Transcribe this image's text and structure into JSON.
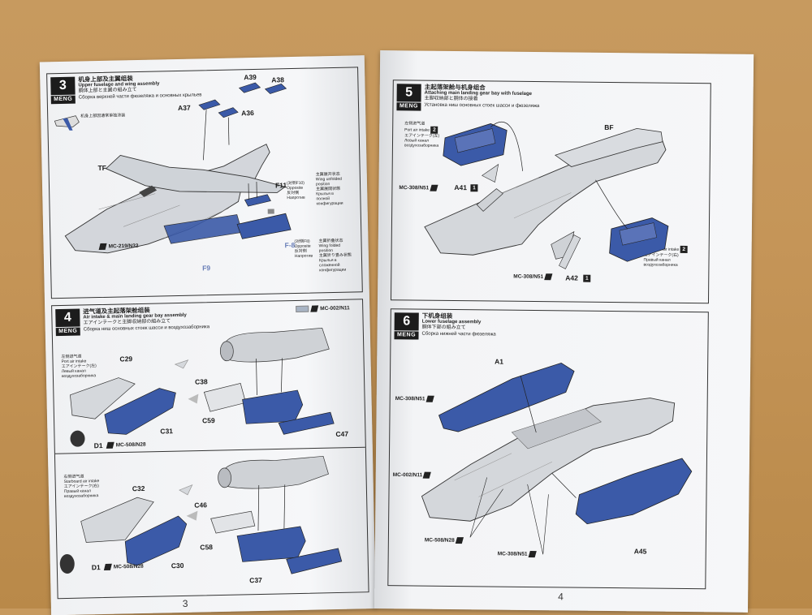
{
  "pages": {
    "left": {
      "page_number": "3",
      "step3": {
        "number": "3",
        "brand": "MENG",
        "title_zh": "机身上部及主翼组装",
        "title_en": "Upper fuselage and wing assembly",
        "title_jp": "胴体上部と主翼の組み立て",
        "title_ru": "Сборка верхней части фюзеляжа и основных крыльев",
        "inset_note_zh": "机身上部因通常单独涂装",
        "labels": {
          "a39": "A39",
          "a38": "A38",
          "a37": "A37",
          "a36": "A36",
          "tf": "TF",
          "f11": "F11",
          "f9": "F9",
          "f8": "F-8"
        },
        "f11_note": [
          "(对侧F10)",
          "Opposite",
          "反対側",
          "Напротив"
        ],
        "wing_unfolded_note": [
          "主翼展开状态",
          "Wing unfolded",
          "position",
          "主翼展開状態",
          "Крылья в",
          "полнoй",
          "конфигурации"
        ],
        "f9_note": [
          "(对侧F8)",
          "Opposite",
          "反対側",
          "Напротив"
        ],
        "wing_folded_note": [
          "主翼折叠状态",
          "Wing folded",
          "position",
          "主翼折り畳み状態",
          "Крылья в",
          "сложенной",
          "конфигурации"
        ],
        "paint": "MC-219/N32"
      },
      "step4": {
        "number": "4",
        "brand": "MENG",
        "title_zh": "进气道及主起落架舱组装",
        "title_en": "Air intake & main landing gear bay assembly",
        "title_jp": "エアインテークと主脚収納部の組み立て",
        "title_ru": "Сборка ниш основных стоек шасси и воздухозаборника",
        "paint_top": "MC-002/N11",
        "port_note": [
          "左侧进气道",
          "Port air intake",
          "エアインテーク(左)",
          "Левый канал",
          "воздухозаборника"
        ],
        "starboard_note": [
          "右侧进气道",
          "Starboard air intake",
          "エアインテーク(右)",
          "Правый канал",
          "воздухозаборника"
        ],
        "labels": {
          "c29": "C29",
          "c31": "C31",
          "d1a": "D1",
          "c38": "C38",
          "c59": "C59",
          "c47": "C47",
          "c32": "C32",
          "c30": "C30",
          "d1b": "D1",
          "c46": "C46",
          "c58": "C58",
          "c37": "C37"
        },
        "paint_d1a": "MC-508/N28",
        "paint_d1b": "MC-508/N28"
      }
    },
    "right": {
      "page_number": "4",
      "step5": {
        "number": "5",
        "brand": "MENG",
        "title_zh": "主起落架舱与机身组合",
        "title_en": "Attaching main landing gear bay with fuselage",
        "title_jp": "主脚収納部と胴体の接着",
        "title_ru": "Установка ниш основных стоек шасси и фюзеляжа",
        "port_note": [
          "左侧进气道",
          "Port air intake",
          "エアインテーク(左)",
          "Левый канал",
          "воздухозаборника"
        ],
        "port_ref": "2",
        "starboard_note": [
          "右侧进气道",
          "Starboard air intake",
          "エアインテーク(右)",
          "Правый канал",
          "воздухозаборника"
        ],
        "starboard_ref": "2",
        "labels": {
          "bf": "BF",
          "a41": "A41",
          "a42": "A42",
          "a41_ref": "1",
          "a42_ref": "1"
        },
        "paint_a41": "MC-308/N51",
        "paint_a42": "MC-308/N51"
      },
      "step6": {
        "number": "6",
        "brand": "MENG",
        "title_zh": "下机身组装",
        "title_en": "Lower fuselage assembly",
        "title_jp": "胴体下部の組み立て",
        "title_ru": "Сборка нижней части фюзеляжа",
        "labels": {
          "a1": "A1",
          "a45": "A45"
        },
        "paints": [
          "MC-308/N51",
          "MC-002/N11",
          "MC-508/N28",
          "MC-308/N51"
        ]
      }
    }
  },
  "colors": {
    "part_blue": "#3b5aa8",
    "part_grey": "#c6cacf",
    "line": "#222222",
    "paper": "#f4f5f7"
  }
}
